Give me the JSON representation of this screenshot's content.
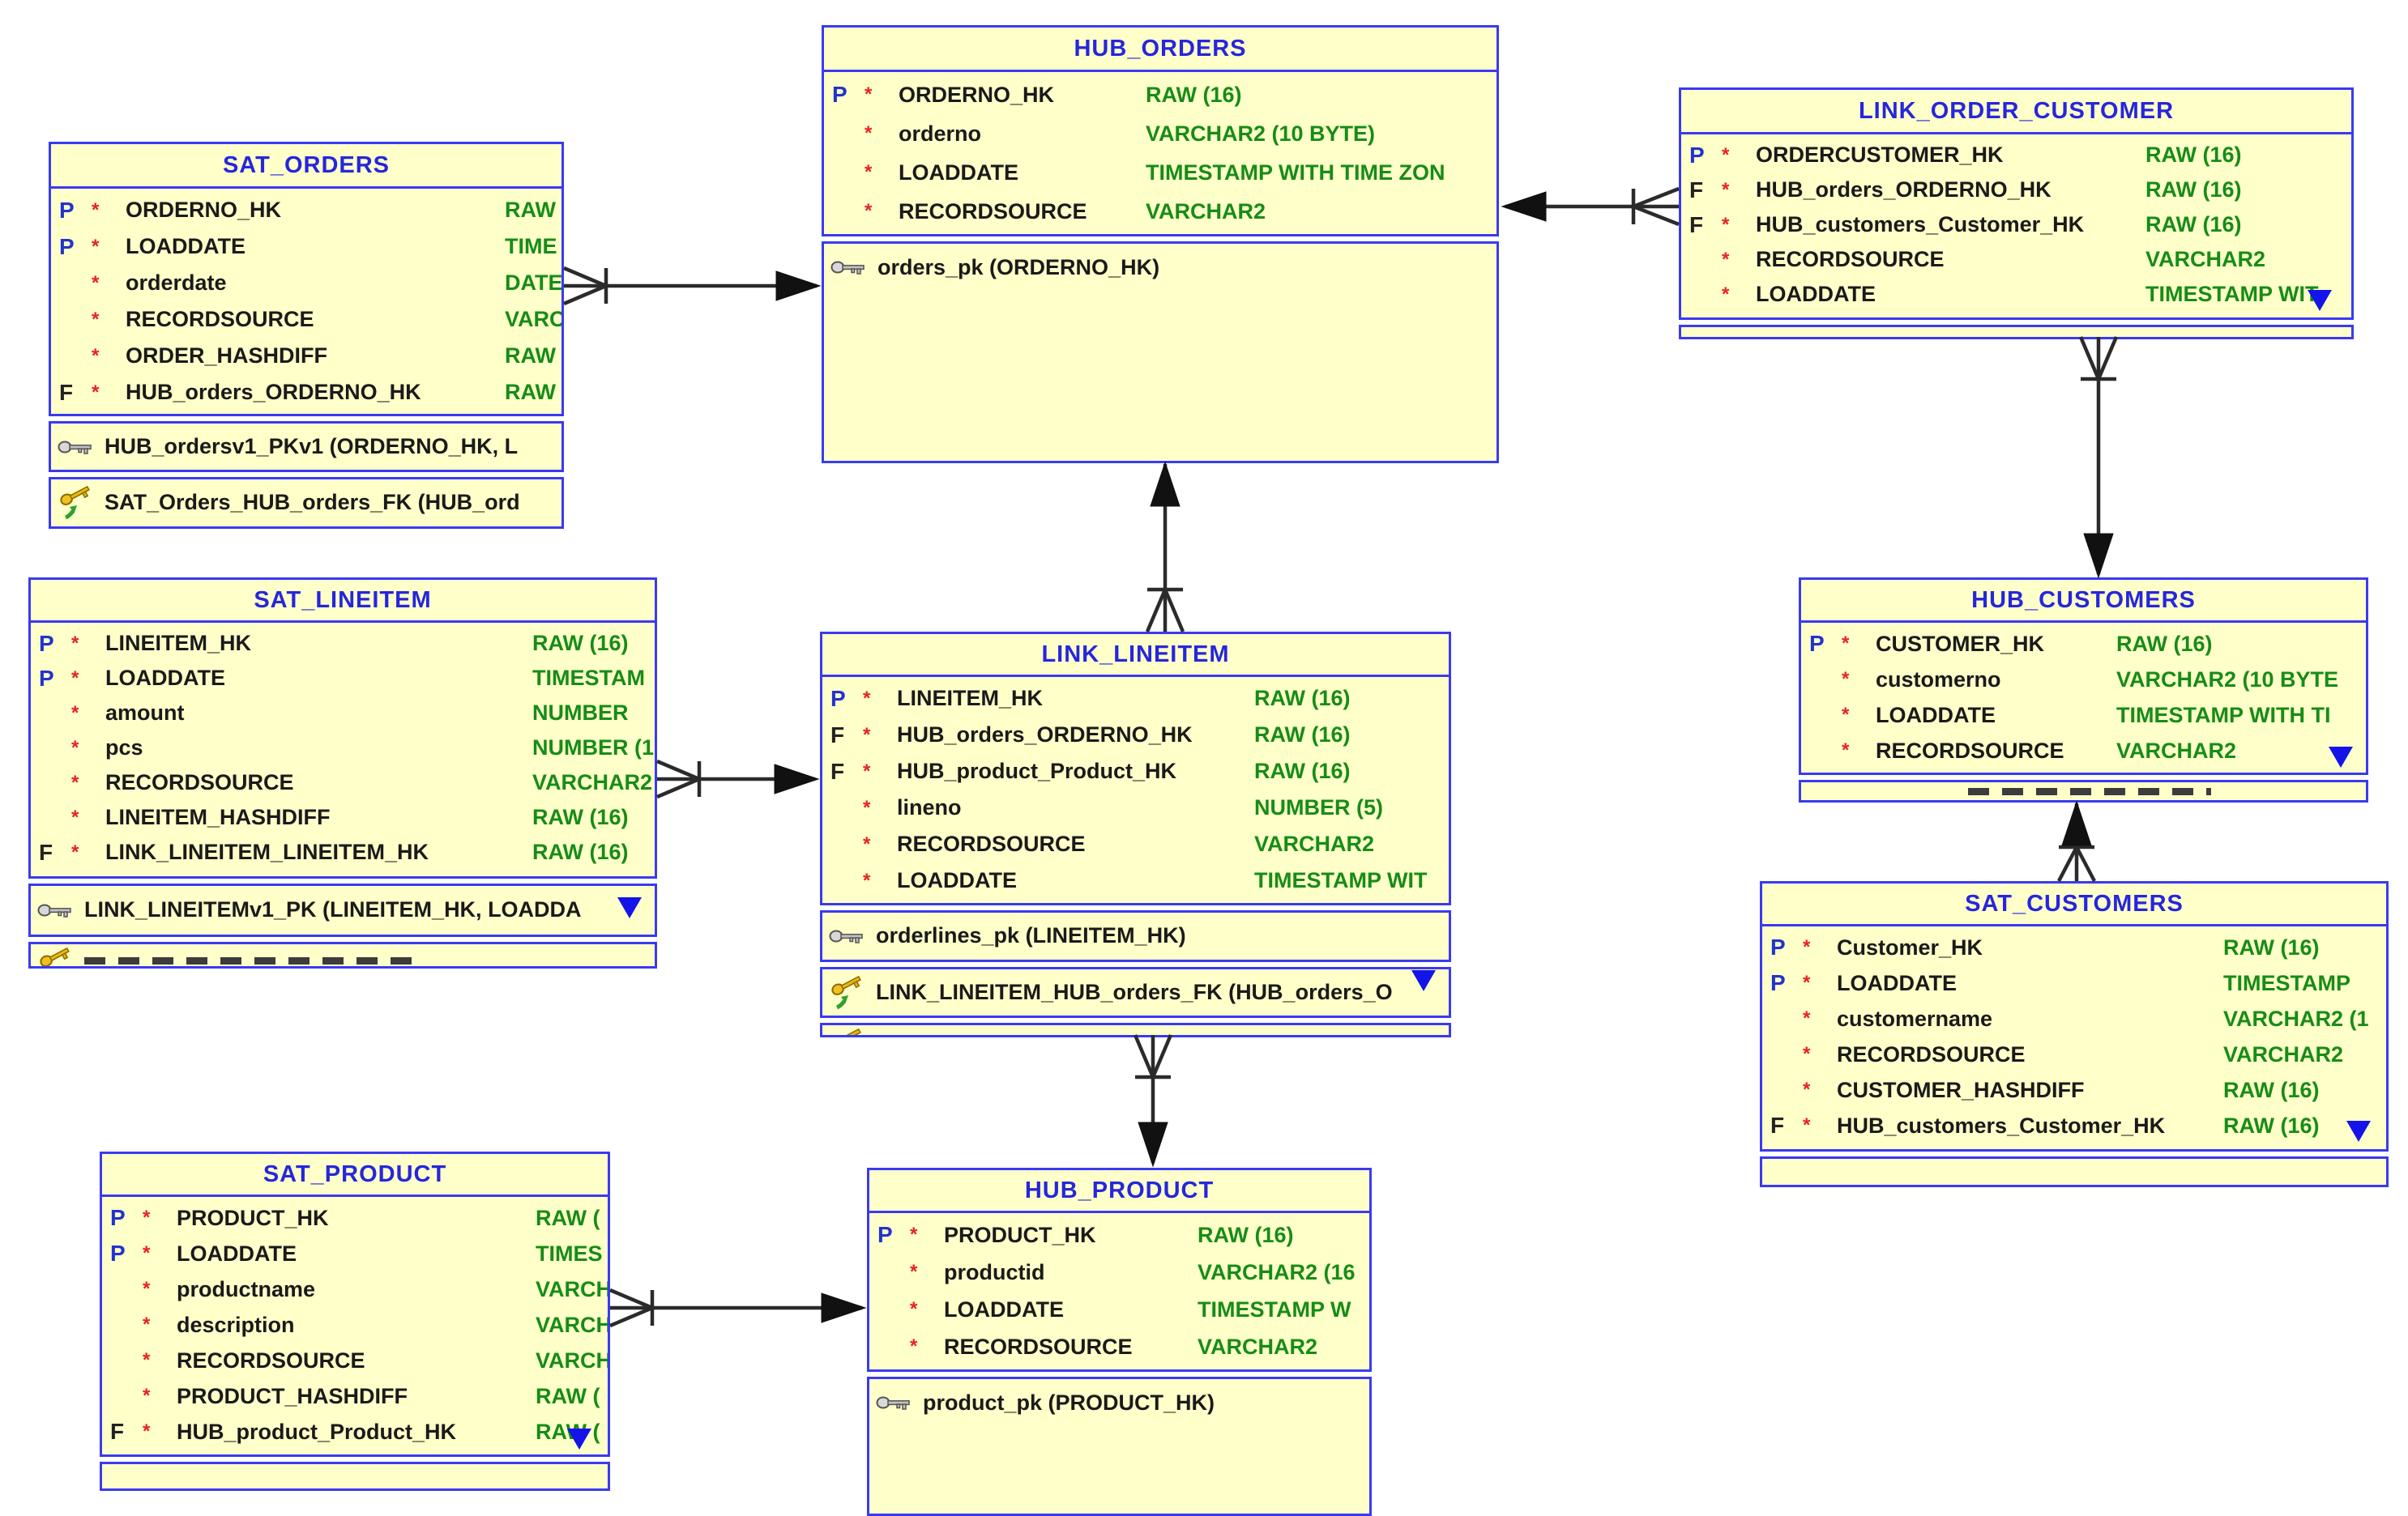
{
  "required_marker": "*",
  "palette": {
    "entity_fill": "#ffffc9",
    "entity_border": "#3a3af2",
    "title_text": "#2626dd",
    "column_text": "#1a1a1a",
    "type_text": "#178c17",
    "pk_flag": "#2233cc",
    "fk_flag": "#222222",
    "required_star": "#e62222",
    "connector": "#2b2b2b",
    "overflow_indicator": "#1414e8"
  },
  "diagram": {
    "entities": [
      {
        "id": "sat-orders",
        "title": "SAT_ORDERS",
        "columns": [
          {
            "flag": "P",
            "name": "ORDERNO_HK",
            "type": "RAW ("
          },
          {
            "flag": "P",
            "name": "LOADDATE",
            "type": "TIME"
          },
          {
            "flag": "",
            "name": "orderdate",
            "type": "DATE"
          },
          {
            "flag": "",
            "name": "RECORDSOURCE",
            "type": "VARC"
          },
          {
            "flag": "",
            "name": "ORDER_HASHDIFF",
            "type": "RAW ("
          },
          {
            "flag": "F",
            "name": "HUB_orders_ORDERNO_HK",
            "type": "RAW ("
          }
        ],
        "keys": [
          {
            "kind": "pk",
            "text": "HUB_ordersv1_PKv1 (ORDERNO_HK, L"
          },
          {
            "kind": "fk",
            "text": "SAT_Orders_HUB_orders_FK (HUB_ord"
          }
        ]
      },
      {
        "id": "hub-orders",
        "title": "HUB_ORDERS",
        "columns": [
          {
            "flag": "P",
            "name": "ORDERNO_HK",
            "type": "RAW (16)"
          },
          {
            "flag": "",
            "name": "orderno",
            "type": "VARCHAR2 (10 BYTE)"
          },
          {
            "flag": "",
            "name": "LOADDATE",
            "type": "TIMESTAMP WITH TIME ZON"
          },
          {
            "flag": "",
            "name": "RECORDSOURCE",
            "type": "VARCHAR2"
          }
        ],
        "keys": [
          {
            "kind": "pk",
            "text": "orders_pk (ORDERNO_HK)"
          }
        ]
      },
      {
        "id": "link-order-customer",
        "title": "LINK_ORDER_CUSTOMER",
        "columns": [
          {
            "flag": "P",
            "name": "ORDERCUSTOMER_HK",
            "type": "RAW (16)"
          },
          {
            "flag": "F",
            "name": "HUB_orders_ORDERNO_HK",
            "type": "RAW (16)"
          },
          {
            "flag": "F",
            "name": "HUB_customers_Customer_HK",
            "type": "RAW (16)"
          },
          {
            "flag": "",
            "name": "RECORDSOURCE",
            "type": "VARCHAR2"
          },
          {
            "flag": "",
            "name": "LOADDATE",
            "type": "TIMESTAMP WIT"
          }
        ],
        "keys": []
      },
      {
        "id": "hub-customers",
        "title": "HUB_CUSTOMERS",
        "columns": [
          {
            "flag": "P",
            "name": "CUSTOMER_HK",
            "type": "RAW (16)"
          },
          {
            "flag": "",
            "name": "customerno",
            "type": "VARCHAR2 (10 BYTE"
          },
          {
            "flag": "",
            "name": "LOADDATE",
            "type": "TIMESTAMP WITH TI"
          },
          {
            "flag": "",
            "name": "RECORDSOURCE",
            "type": "VARCHAR2"
          }
        ],
        "keys": []
      },
      {
        "id": "sat-customers",
        "title": "SAT_CUSTOMERS",
        "columns": [
          {
            "flag": "P",
            "name": "Customer_HK",
            "type": "RAW (16)"
          },
          {
            "flag": "P",
            "name": "LOADDATE",
            "type": "TIMESTAMP"
          },
          {
            "flag": "",
            "name": "customername",
            "type": "VARCHAR2 (1"
          },
          {
            "flag": "",
            "name": "RECORDSOURCE",
            "type": "VARCHAR2"
          },
          {
            "flag": "",
            "name": "CUSTOMER_HASHDIFF",
            "type": "RAW (16)"
          },
          {
            "flag": "F",
            "name": "HUB_customers_Customer_HK",
            "type": "RAW (16)"
          }
        ],
        "keys": []
      },
      {
        "id": "sat-lineitem",
        "title": "SAT_LINEITEM",
        "columns": [
          {
            "flag": "P",
            "name": "LINEITEM_HK",
            "type": "RAW (16)"
          },
          {
            "flag": "P",
            "name": "LOADDATE",
            "type": "TIMESTAM"
          },
          {
            "flag": "",
            "name": "amount",
            "type": "NUMBER"
          },
          {
            "flag": "",
            "name": "pcs",
            "type": "NUMBER (1"
          },
          {
            "flag": "",
            "name": "RECORDSOURCE",
            "type": "VARCHAR2"
          },
          {
            "flag": "",
            "name": "LINEITEM_HASHDIFF",
            "type": "RAW (16)"
          },
          {
            "flag": "F",
            "name": "LINK_LINEITEM_LINEITEM_HK",
            "type": "RAW (16)"
          }
        ],
        "keys": [
          {
            "kind": "pk",
            "text": "LINK_LINEITEMv1_PK (LINEITEM_HK, LOADDA"
          }
        ]
      },
      {
        "id": "link-lineitem",
        "title": "LINK_LINEITEM",
        "columns": [
          {
            "flag": "P",
            "name": "LINEITEM_HK",
            "type": "RAW (16)"
          },
          {
            "flag": "F",
            "name": "HUB_orders_ORDERNO_HK",
            "type": "RAW (16)"
          },
          {
            "flag": "F",
            "name": "HUB_product_Product_HK",
            "type": "RAW (16)"
          },
          {
            "flag": "",
            "name": "lineno",
            "type": "NUMBER (5)"
          },
          {
            "flag": "",
            "name": "RECORDSOURCE",
            "type": "VARCHAR2"
          },
          {
            "flag": "",
            "name": "LOADDATE",
            "type": "TIMESTAMP WIT"
          }
        ],
        "keys": [
          {
            "kind": "pk",
            "text": "orderlines_pk (LINEITEM_HK)"
          },
          {
            "kind": "fk",
            "text": "LINK_LINEITEM_HUB_orders_FK (HUB_orders_O"
          }
        ]
      },
      {
        "id": "sat-product",
        "title": "SAT_PRODUCT",
        "columns": [
          {
            "flag": "P",
            "name": "PRODUCT_HK",
            "type": "RAW ("
          },
          {
            "flag": "P",
            "name": "LOADDATE",
            "type": "TIMES"
          },
          {
            "flag": "",
            "name": "productname",
            "type": "VARCH"
          },
          {
            "flag": "",
            "name": "description",
            "type": "VARCH"
          },
          {
            "flag": "",
            "name": "RECORDSOURCE",
            "type": "VARCH"
          },
          {
            "flag": "",
            "name": "PRODUCT_HASHDIFF",
            "type": "RAW ("
          },
          {
            "flag": "F",
            "name": "HUB_product_Product_HK",
            "type": "RAW ("
          }
        ],
        "keys": []
      },
      {
        "id": "hub-product",
        "title": "HUB_PRODUCT",
        "columns": [
          {
            "flag": "P",
            "name": "PRODUCT_HK",
            "type": "RAW (16)"
          },
          {
            "flag": "",
            "name": "productid",
            "type": "VARCHAR2 (16"
          },
          {
            "flag": "",
            "name": "LOADDATE",
            "type": "TIMESTAMP W"
          },
          {
            "flag": "",
            "name": "RECORDSOURCE",
            "type": "VARCHAR2"
          }
        ],
        "keys": [
          {
            "kind": "pk",
            "text": "product_pk (PRODUCT_HK)"
          }
        ]
      }
    ],
    "relationships": [
      {
        "from": "SAT_ORDERS",
        "to": "HUB_ORDERS"
      },
      {
        "from": "LINK_ORDER_CUSTOMER",
        "to": "HUB_ORDERS"
      },
      {
        "from": "LINK_LINEITEM",
        "to": "HUB_ORDERS"
      },
      {
        "from": "LINK_ORDER_CUSTOMER",
        "to": "HUB_CUSTOMERS"
      },
      {
        "from": "SAT_CUSTOMERS",
        "to": "HUB_CUSTOMERS"
      },
      {
        "from": "SAT_LINEITEM",
        "to": "LINK_LINEITEM"
      },
      {
        "from": "LINK_LINEITEM",
        "to": "HUB_PRODUCT"
      },
      {
        "from": "SAT_PRODUCT",
        "to": "HUB_PRODUCT"
      }
    ]
  }
}
